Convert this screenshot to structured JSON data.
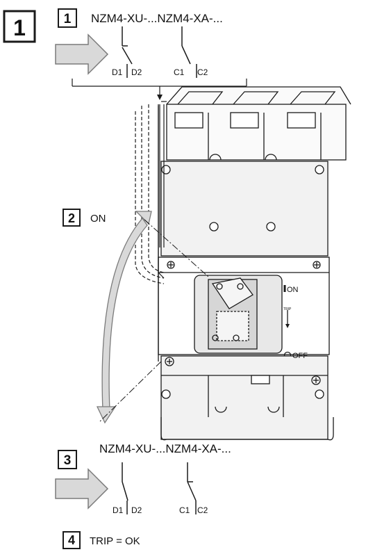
{
  "figure_label": "1",
  "top": {
    "step": "1",
    "title": "NZM4-XU-...NZM4-XA-...",
    "contacts": [
      "D1",
      "D2",
      "C1",
      "C2"
    ]
  },
  "middle": {
    "step": "2",
    "label": "ON"
  },
  "breaker": {
    "on_label": "ON",
    "trip_label": "TRIP",
    "off_label": "OFF"
  },
  "bottom": {
    "step": "3",
    "title": "NZM4-XU-...NZM4-XA-...",
    "contacts": [
      "D1",
      "D2",
      "C1",
      "C2"
    ]
  },
  "result": {
    "step": "4",
    "label": "TRIP = OK"
  },
  "colors": {
    "line": "#1a1a1a",
    "arrow_fill": "#d9d9d9",
    "body_fill": "#f2f2f2"
  }
}
